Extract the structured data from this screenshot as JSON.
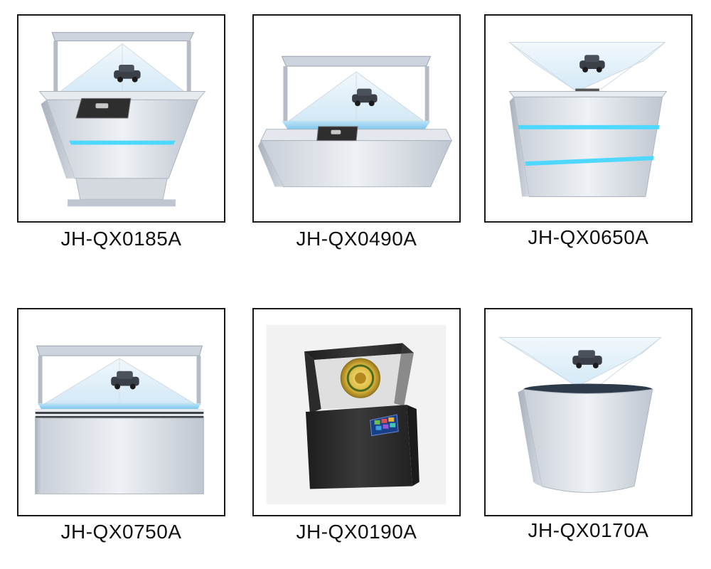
{
  "products": [
    {
      "model": "JH-QX0185A",
      "icon": "pedestal-hologram-showcase"
    },
    {
      "model": "JH-QX0490A",
      "icon": "low-table-hologram-showcase"
    },
    {
      "model": "JH-QX0650A",
      "icon": "pyramid-top-block-showcase"
    },
    {
      "model": "JH-QX0750A",
      "icon": "cabinet-hologram-showcase"
    },
    {
      "model": "JH-QX0190A",
      "icon": "black-kiosk-hologram-showcase"
    },
    {
      "model": "JH-QX0170A",
      "icon": "pyramid-top-round-showcase"
    }
  ],
  "colors": {
    "frame": "#1a1a1a",
    "body_light": "#d9dde4",
    "body_mid": "#b9c0ca",
    "glow": "#4fd8ff",
    "glass": "#cfe6f5",
    "dark_body": "#2a2a2a"
  }
}
